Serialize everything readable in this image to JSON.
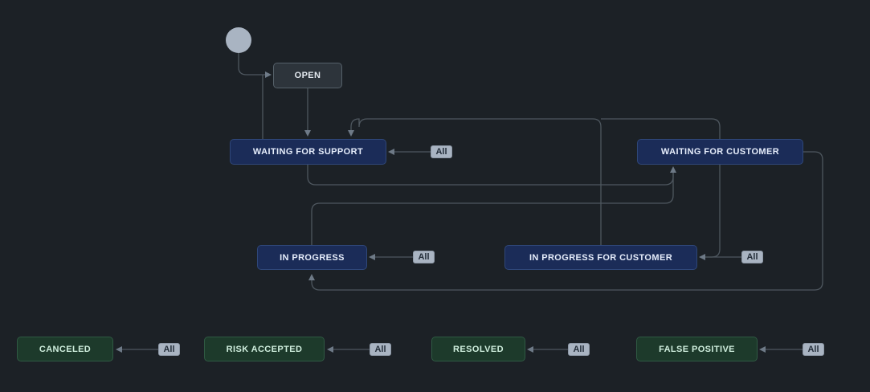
{
  "diagram": {
    "title": "issue workflow diagram",
    "all_badge_label": "All",
    "start_node": {
      "name": "create-start-circle"
    },
    "nodes": [
      {
        "id": "open",
        "label": "OPEN",
        "type": "neutral"
      },
      {
        "id": "waiting-for-support",
        "label": "WAITING FOR SUPPORT",
        "type": "info"
      },
      {
        "id": "waiting-for-customer",
        "label": "WAITING FOR CUSTOMER",
        "type": "info"
      },
      {
        "id": "in-progress",
        "label": "IN PROGRESS",
        "type": "info"
      },
      {
        "id": "in-progress-for-customer",
        "label": "IN PROGRESS FOR CUSTOMER",
        "type": "info"
      },
      {
        "id": "canceled",
        "label": "CANCELED",
        "type": "success"
      },
      {
        "id": "risk-accepted",
        "label": "RISK ACCEPTED",
        "type": "success"
      },
      {
        "id": "resolved",
        "label": "RESOLVED",
        "type": "success"
      },
      {
        "id": "false-positive",
        "label": "FALSE POSITIVE",
        "type": "success"
      }
    ],
    "colors": {
      "background": "#1c2126",
      "neutral_status_bg": "#2d343b",
      "info_status_bg": "#1b2c58",
      "success_status_bg": "#1d3a2b",
      "badge_bg": "#a9b4c2",
      "wire": "#4e575f",
      "arrowhead": "#6e7a87",
      "start_circle": "#a9b4c2"
    }
  }
}
